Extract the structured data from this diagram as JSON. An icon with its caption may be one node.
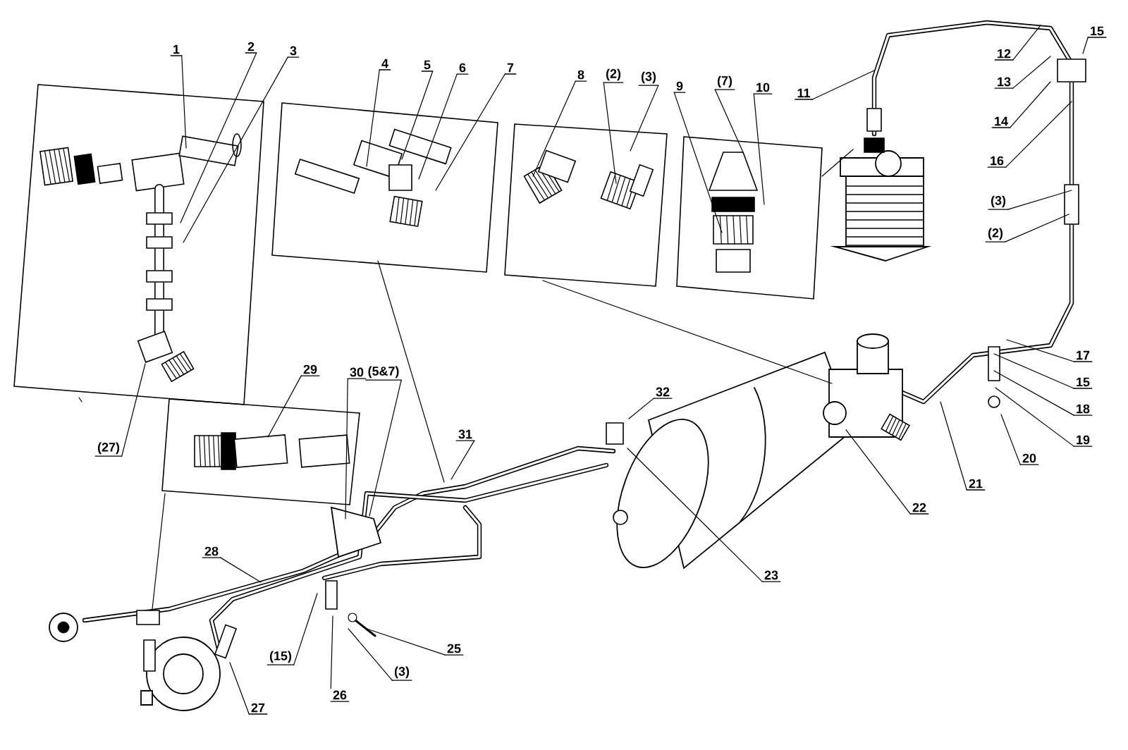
{
  "diagram": {
    "nodes": [
      {
        "text": [
          "1"
        ]
      },
      {
        "text": [
          "2"
        ]
      },
      {
        "text": [
          "3"
        ]
      },
      {
        "text": [
          "4"
        ]
      },
      {
        "text": [
          "5"
        ]
      },
      {
        "text": [
          "6"
        ]
      },
      {
        "text": [
          "7"
        ]
      },
      {
        "text": [
          "8"
        ]
      },
      {
        "text": [
          "(2)"
        ]
      },
      {
        "text": [
          "(3)"
        ]
      },
      {
        "text": [
          "9"
        ]
      },
      {
        "text": [
          "(7)"
        ]
      },
      {
        "text": [
          "10"
        ]
      },
      {
        "text": [
          "11"
        ]
      },
      {
        "text": [
          "12"
        ]
      },
      {
        "text": [
          "13"
        ]
      },
      {
        "text": [
          "14"
        ]
      },
      {
        "text": [
          "16"
        ]
      },
      {
        "text": [
          "15"
        ]
      },
      {
        "text": [
          "(3)"
        ]
      },
      {
        "text": [
          "(2)"
        ]
      },
      {
        "text": [
          "17"
        ]
      },
      {
        "text": [
          "15"
        ]
      },
      {
        "text": [
          "18"
        ]
      },
      {
        "text": [
          "19"
        ]
      },
      {
        "text": [
          "20"
        ]
      },
      {
        "text": [
          "21"
        ]
      },
      {
        "text": [
          "22"
        ]
      },
      {
        "text": [
          "23"
        ]
      },
      {
        "text": [
          "32"
        ]
      },
      {
        "text": [
          "31"
        ]
      },
      {
        "text": [
          "30"
        ]
      },
      {
        "text": [
          "(5&7)"
        ]
      },
      {
        "text": [
          "29"
        ]
      },
      {
        "text": [
          "(27)"
        ]
      },
      {
        "text": [
          "28"
        ]
      },
      {
        "text": [
          "(15)"
        ]
      },
      {
        "text": [
          "26"
        ]
      },
      {
        "text": [
          "(3)"
        ]
      },
      {
        "text": [
          "25"
        ]
      },
      {
        "text": [
          "27"
        ]
      }
    ],
    "edges": [
      {
        "from": 0,
        "to": null,
        "arrow": "none"
      },
      {
        "from": 1,
        "to": null,
        "arrow": "none"
      },
      {
        "from": 2,
        "to": null,
        "arrow": "none"
      },
      {
        "from": 3,
        "to": null,
        "arrow": "none"
      },
      {
        "from": 4,
        "to": null,
        "arrow": "none"
      },
      {
        "from": 5,
        "to": null,
        "arrow": "none"
      },
      {
        "from": 6,
        "to": null,
        "arrow": "none"
      },
      {
        "from": 7,
        "to": null,
        "arrow": "none"
      },
      {
        "from": 8,
        "to": null,
        "arrow": "none"
      },
      {
        "from": 9,
        "to": null,
        "arrow": "none"
      },
      {
        "from": 10,
        "to": null,
        "arrow": "none"
      },
      {
        "from": 11,
        "to": null,
        "arrow": "none"
      },
      {
        "from": 12,
        "to": null,
        "arrow": "none"
      },
      {
        "from": 13,
        "to": null,
        "arrow": "none"
      },
      {
        "from": 14,
        "to": null,
        "arrow": "none"
      },
      {
        "from": 15,
        "to": null,
        "arrow": "none"
      },
      {
        "from": 16,
        "to": null,
        "arrow": "none"
      },
      {
        "from": 17,
        "to": null,
        "arrow": "none"
      },
      {
        "from": 18,
        "to": null,
        "arrow": "none"
      },
      {
        "from": 19,
        "to": null,
        "arrow": "none"
      },
      {
        "from": 20,
        "to": null,
        "arrow": "none"
      },
      {
        "from": 21,
        "to": null,
        "arrow": "none"
      },
      {
        "from": 22,
        "to": null,
        "arrow": "none"
      },
      {
        "from": 23,
        "to": null,
        "arrow": "none"
      },
      {
        "from": 24,
        "to": null,
        "arrow": "none"
      },
      {
        "from": 25,
        "to": null,
        "arrow": "none"
      },
      {
        "from": 26,
        "to": null,
        "arrow": "none"
      },
      {
        "from": 27,
        "to": null,
        "arrow": "none"
      },
      {
        "from": 28,
        "to": null,
        "arrow": "none"
      },
      {
        "from": 29,
        "to": null,
        "arrow": "none"
      },
      {
        "from": 30,
        "to": null,
        "arrow": "none"
      },
      {
        "from": 31,
        "to": null,
        "arrow": "none"
      },
      {
        "from": 32,
        "to": null,
        "arrow": "none"
      },
      {
        "from": 33,
        "to": null,
        "arrow": "none"
      },
      {
        "from": 34,
        "to": null,
        "arrow": "none"
      },
      {
        "from": 35,
        "to": null,
        "arrow": "none"
      },
      {
        "from": 36,
        "to": null,
        "arrow": "none"
      },
      {
        "from": 37,
        "to": null,
        "arrow": "none"
      },
      {
        "from": 38,
        "to": null,
        "arrow": "none"
      },
      {
        "from": 39,
        "to": null,
        "arrow": "none"
      },
      {
        "from": 40,
        "to": null,
        "arrow": "none"
      }
    ]
  }
}
